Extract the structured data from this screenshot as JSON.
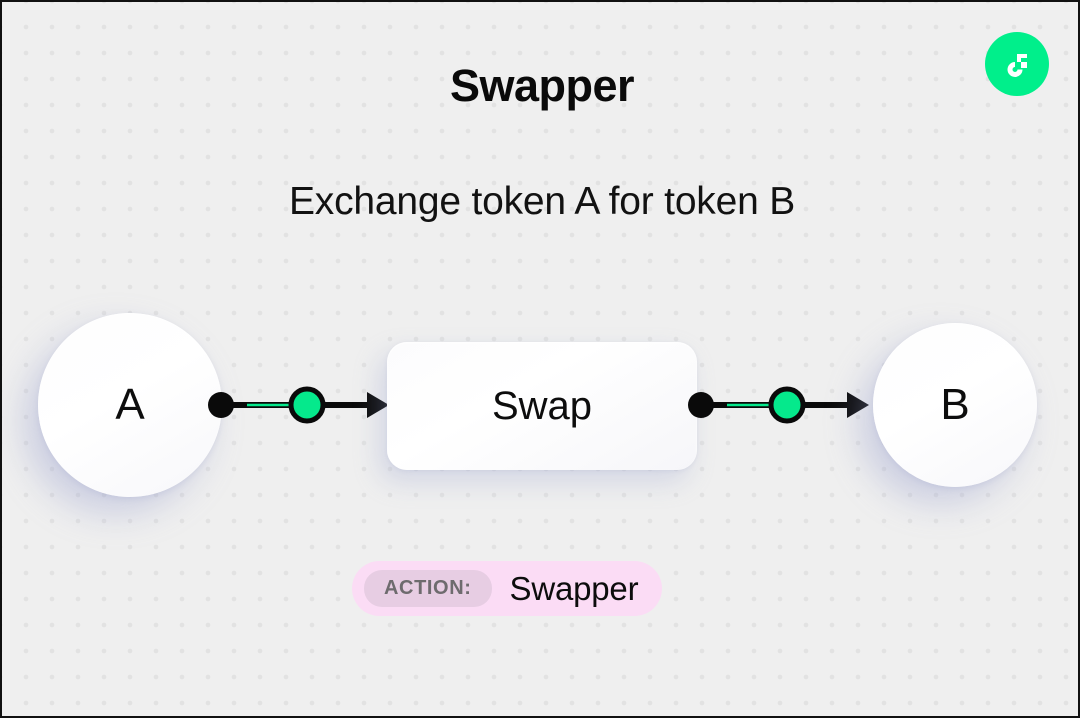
{
  "header": {
    "title": "Swapper",
    "subtitle": "Exchange token A for token B",
    "logo_icon": "flow-logo-icon",
    "logo_color": "#00EF8B"
  },
  "diagram": {
    "source_node": {
      "label": "A",
      "icon": "token-circle-icon"
    },
    "process_node": {
      "label": "Swap",
      "icon": "rounded-box-icon"
    },
    "target_node": {
      "label": "B",
      "icon": "token-circle-icon"
    },
    "connectors": [
      {
        "name": "connector-a-to-swap",
        "from": "A",
        "to": "Swap",
        "accent_color": "#05E98C"
      },
      {
        "name": "connector-swap-to-b",
        "from": "Swap",
        "to": "B",
        "accent_color": "#05E98C"
      }
    ]
  },
  "badge": {
    "label": "ACTION:",
    "value": "Swapper",
    "background_color": "#FBDCF5",
    "label_background_color": "#E7CDE3",
    "label_text_color": "#6E6B6E"
  },
  "canvas": {
    "background_color": "#EFEFEF",
    "dot_color": "#E2E2E2"
  }
}
